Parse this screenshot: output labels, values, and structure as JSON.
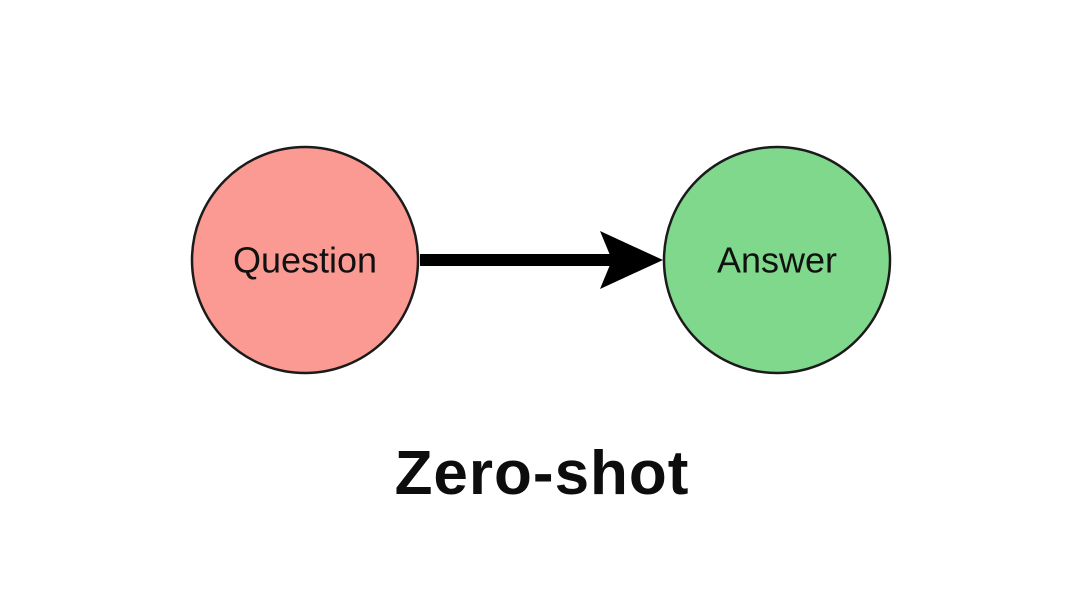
{
  "diagram": {
    "title": "Zero-shot",
    "nodes": [
      {
        "id": "question",
        "label": "Question",
        "fill": "#fb9a93",
        "stroke": "#1b1b1b"
      },
      {
        "id": "answer",
        "label": "Answer",
        "fill": "#80d88c",
        "stroke": "#1b1b1b"
      }
    ],
    "arrow": {
      "from": "question",
      "to": "answer",
      "color": "#000000"
    }
  },
  "colors": {
    "background": "#ffffff",
    "text": "#111111"
  }
}
